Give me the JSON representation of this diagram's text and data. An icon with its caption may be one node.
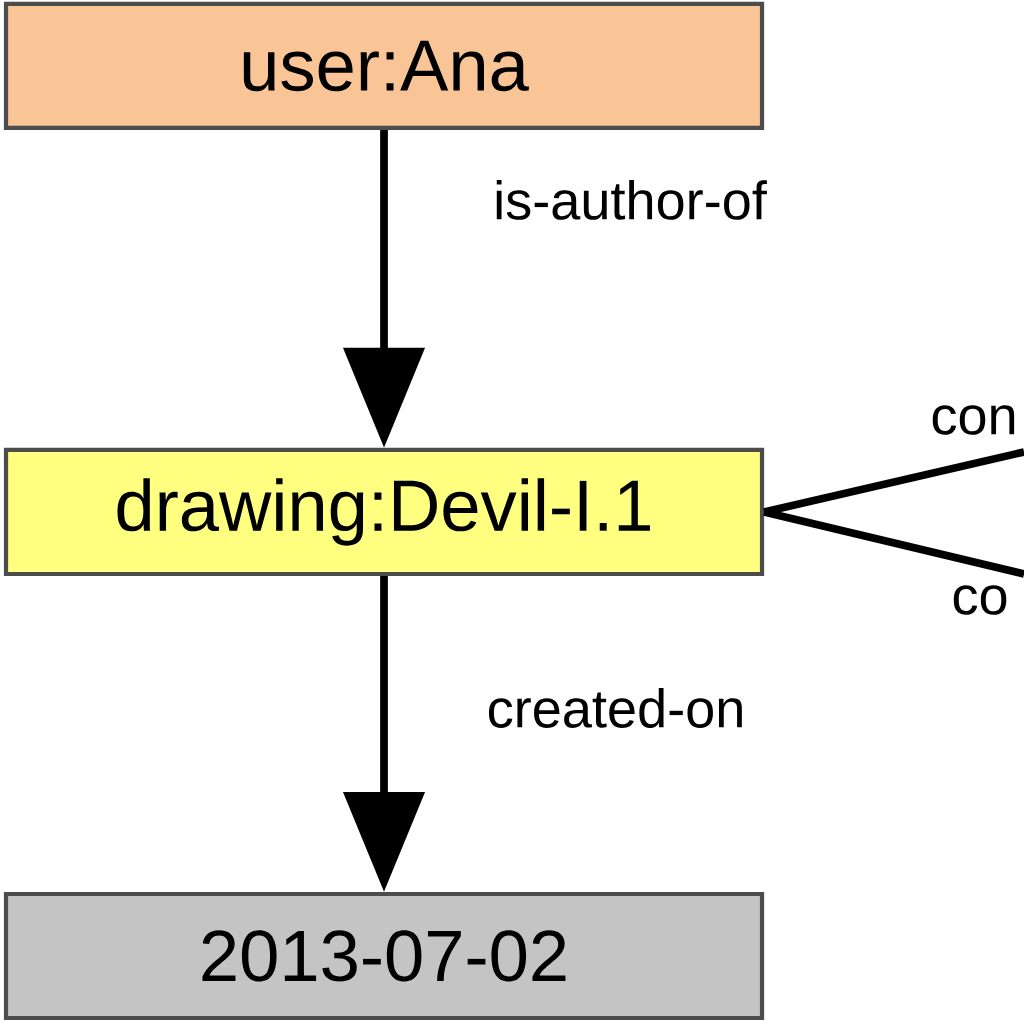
{
  "diagram": {
    "nodes": [
      {
        "text": [
          "user:Ana"
        ]
      },
      {
        "text": [
          "drawing:Devil-I.1"
        ]
      },
      {
        "text": [
          "2013-07-02"
        ]
      }
    ],
    "edges": [
      {
        "from": 0,
        "to": 1,
        "arrow": "to",
        "label": "is-author-of"
      },
      {
        "from": 1,
        "to": 2,
        "arrow": "to",
        "label": "created-on"
      },
      {
        "from": 1,
        "to": null,
        "arrow": "none",
        "label": "con"
      },
      {
        "from": 1,
        "to": null,
        "arrow": "none",
        "label": "co"
      }
    ]
  }
}
